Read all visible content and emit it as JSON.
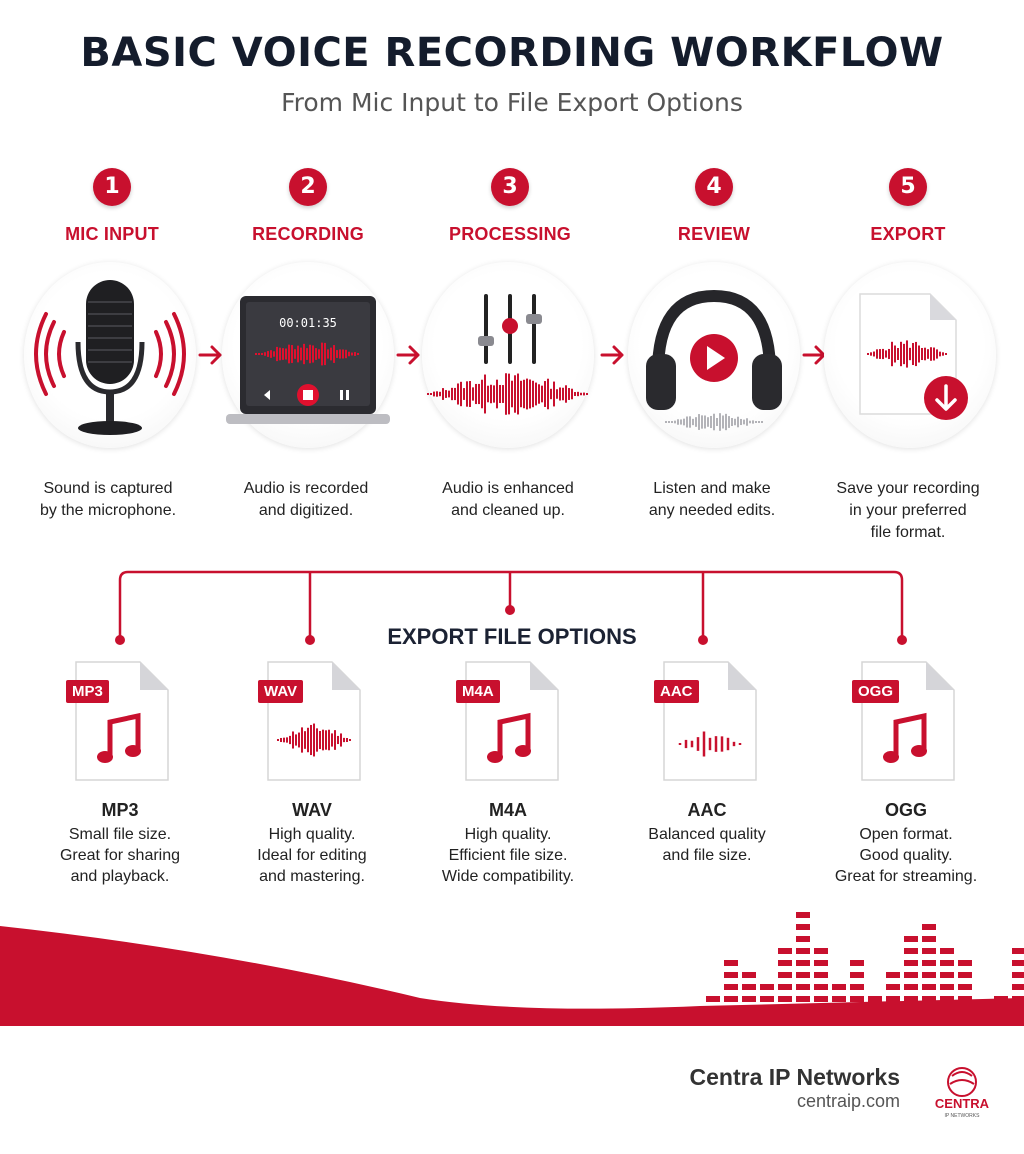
{
  "title": "BASIC VOICE RECORDING WORKFLOW",
  "subtitle": "From Mic Input to File Export Options",
  "steps": [
    {
      "number": "1",
      "label": "MIC INPUT",
      "desc": [
        "Sound is captured",
        "by the microphone."
      ],
      "icon": "microphone-icon"
    },
    {
      "number": "2",
      "label": "RECORDING",
      "desc": [
        "Audio is recorded",
        "and digitized."
      ],
      "icon": "laptop-recorder-icon",
      "timer": "00:01:35"
    },
    {
      "number": "3",
      "label": "PROCESSING",
      "desc": [
        "Audio is enhanced",
        "and cleaned up."
      ],
      "icon": "equalizer-waveform-icon"
    },
    {
      "number": "4",
      "label": "REVIEW",
      "desc": [
        "Listen and make",
        "any needed edits."
      ],
      "icon": "headphones-play-icon"
    },
    {
      "number": "5",
      "label": "EXPORT",
      "desc": [
        "Save your recording",
        "in your preferred",
        "file format."
      ],
      "icon": "file-download-icon"
    }
  ],
  "export": {
    "heading": "EXPORT FILE OPTIONS",
    "options": [
      {
        "tag": "MP3",
        "name": "MP3",
        "desc": [
          "Small file size.",
          "Great for sharing",
          "and playback."
        ],
        "icon": "music-note-icon"
      },
      {
        "tag": "WAV",
        "name": "WAV",
        "desc": [
          "High quality.",
          "Ideal for editing",
          "and mastering."
        ],
        "icon": "waveform-icon"
      },
      {
        "tag": "M4A",
        "name": "M4A",
        "desc": [
          "High quality.",
          "Efficient file size.",
          "Wide compatibility."
        ],
        "icon": "music-note-icon"
      },
      {
        "tag": "AAC",
        "name": "AAC",
        "desc": [
          "Balanced quality",
          "and file size."
        ],
        "icon": "waveform-icon"
      },
      {
        "tag": "OGG",
        "name": "OGG",
        "desc": [
          "Open format.",
          "Good quality.",
          "Great for streaming."
        ],
        "icon": "music-note-icon"
      }
    ]
  },
  "brand": {
    "name": "Centra IP Networks",
    "url": "centraip.com",
    "logo_text": "CENTRA",
    "logo_subtext": "IP NETWORKS"
  },
  "colors": {
    "accent": "#c8102e",
    "title": "#141c2c",
    "text": "#222222"
  }
}
